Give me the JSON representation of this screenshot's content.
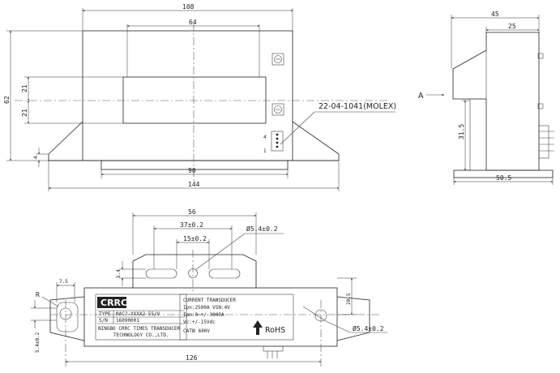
{
  "front_view": {
    "dims": {
      "width_overall": "108",
      "window_width": "64",
      "height_overall": "62",
      "upper_half": "21",
      "lower_half": "21",
      "base_width": "90",
      "flange_width": "144",
      "flange_thickness": "4"
    },
    "connector_callout": "22-04-1041(MOLEX)",
    "pin_first": "4",
    "pin_last": "1"
  },
  "side_view": {
    "arrow_label": "A",
    "dims": {
      "depth_overall": "45",
      "depth_upper": "25",
      "height_mid": "31.5",
      "base_depth": "50.5"
    }
  },
  "top_view": {
    "dims": {
      "slot_span": "56",
      "slot_inner": "37±0.2",
      "slot_center": "15±0.2",
      "hole_dia_top": "Ø5.4±0.2",
      "slot_height": "5.4",
      "slot_offset": "7.5",
      "radius": "R",
      "mount_height": "5.4±0.2",
      "right_height": "20.5",
      "hole_dia_right": "Ø5.4±0.2",
      "mount_pitch": "126"
    },
    "label_plate": {
      "brand": "CRRC",
      "type_key": "TYPE",
      "type_value": "NAC?-XXXXJ-55/V",
      "sn_key": "S/N",
      "sn_value": "16090001",
      "company_line1": "NINGBO CRRC TIMES TRANSDUCER",
      "company_line2": "TECHNOLOGY CO.,LTD."
    },
    "spec_plate": {
      "title": "CURRENT TRANSDUCER",
      "line1": "Ipn:2500A    VSN:4V",
      "line2": "Ipm:0~+/-3000A",
      "line3": "Vc:+/-15Vdc",
      "line4": "CATⅢ 600V",
      "rohs": "RoHS"
    }
  }
}
